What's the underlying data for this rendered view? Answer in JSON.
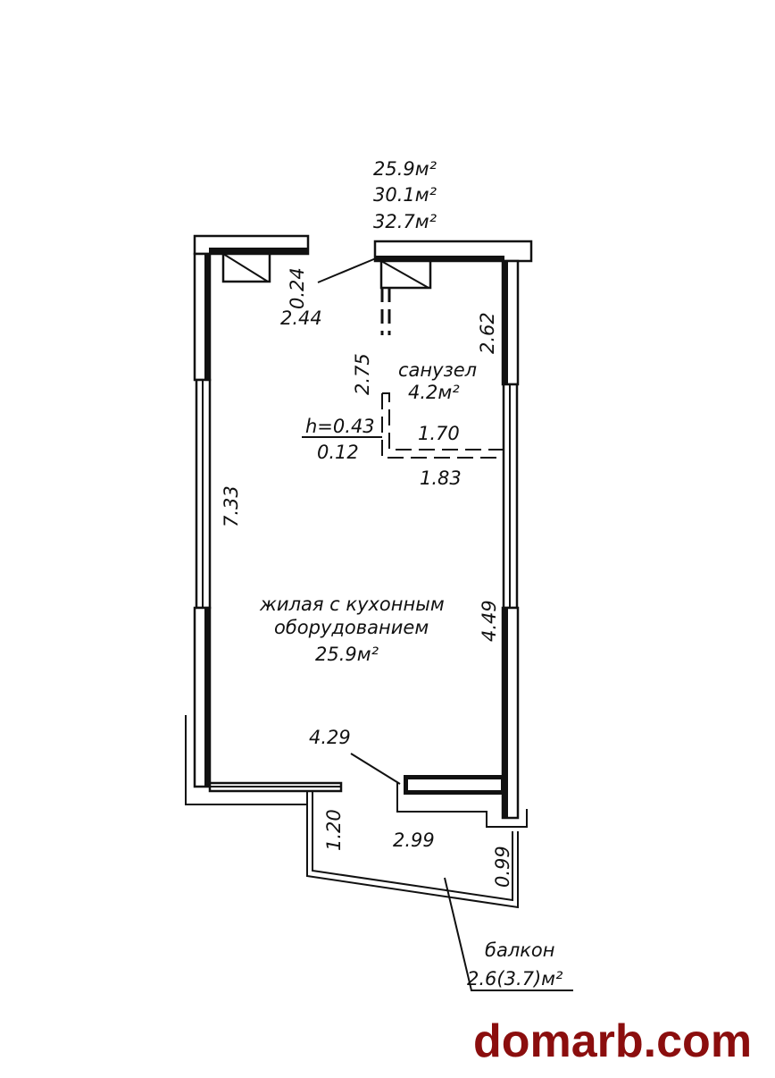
{
  "areas": {
    "living": "25.9м²",
    "total": "30.1м²",
    "total_with_balcony": "32.7м²"
  },
  "rooms": {
    "bathroom": {
      "name": "санузел",
      "area": "4.2м²"
    },
    "living": {
      "name_line1": "жилая с кухонным",
      "name_line2": "оборудованием",
      "area": "25.9м²"
    },
    "balcony": {
      "name": "балкон",
      "area": "2.6(3.7)м²"
    }
  },
  "dimensions": {
    "d_0_24": "0.24",
    "d_2_44": "2.44",
    "d_2_62": "2.62",
    "d_2_75": "2.75",
    "d_h": "h=0.43",
    "d_0_12": "0.12",
    "d_1_70": "1.70",
    "d_1_83": "1.83",
    "d_7_33": "7.33",
    "d_4_49": "4.49",
    "d_4_29": "4.29",
    "d_1_20": "1.20",
    "d_2_99": "2.99",
    "d_0_99": "0.99"
  },
  "watermark": "domarb.com"
}
